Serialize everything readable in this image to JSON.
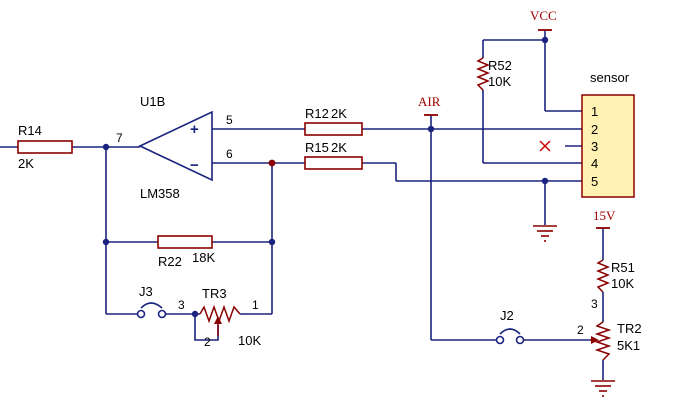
{
  "colors": {
    "wire": "#1a237e",
    "component": "#8b0000",
    "label": "#000000",
    "power_label": "#a00000",
    "junction": "#1a237e",
    "junction_special": "#8b0000",
    "sensor_fill": "#fff2b3",
    "sensor_stroke": "#8b0000",
    "nc_mark": "#cc0000"
  },
  "components": {
    "u1": {
      "ref": "U1B",
      "part": "LM358",
      "plus": "+",
      "minus": "−",
      "pin_plus": "5",
      "pin_minus": "6",
      "pin_out": "7"
    },
    "r14": {
      "ref": "R14",
      "value": "2K"
    },
    "r12": {
      "ref": "R12",
      "value": "2K"
    },
    "r15": {
      "ref": "R15",
      "value": "2K"
    },
    "r22": {
      "ref": "R22",
      "value": "18K"
    },
    "r52": {
      "ref": "R52",
      "value": "10K"
    },
    "r51": {
      "ref": "R51",
      "value": "10K"
    },
    "j3": {
      "ref": "J3"
    },
    "j2": {
      "ref": "J2"
    },
    "tr3": {
      "ref": "TR3",
      "value": "10K",
      "pin1": "1",
      "pin3": "3",
      "pin2": "2"
    },
    "tr2": {
      "ref": "TR2",
      "value": "5K1",
      "pin2": "2",
      "pin3": "3"
    }
  },
  "sensor": {
    "title": "sensor",
    "pins": [
      "1",
      "2",
      "3",
      "4",
      "5"
    ]
  },
  "nets": {
    "vcc": "VCC",
    "air": "AIR",
    "v15": "15V"
  }
}
